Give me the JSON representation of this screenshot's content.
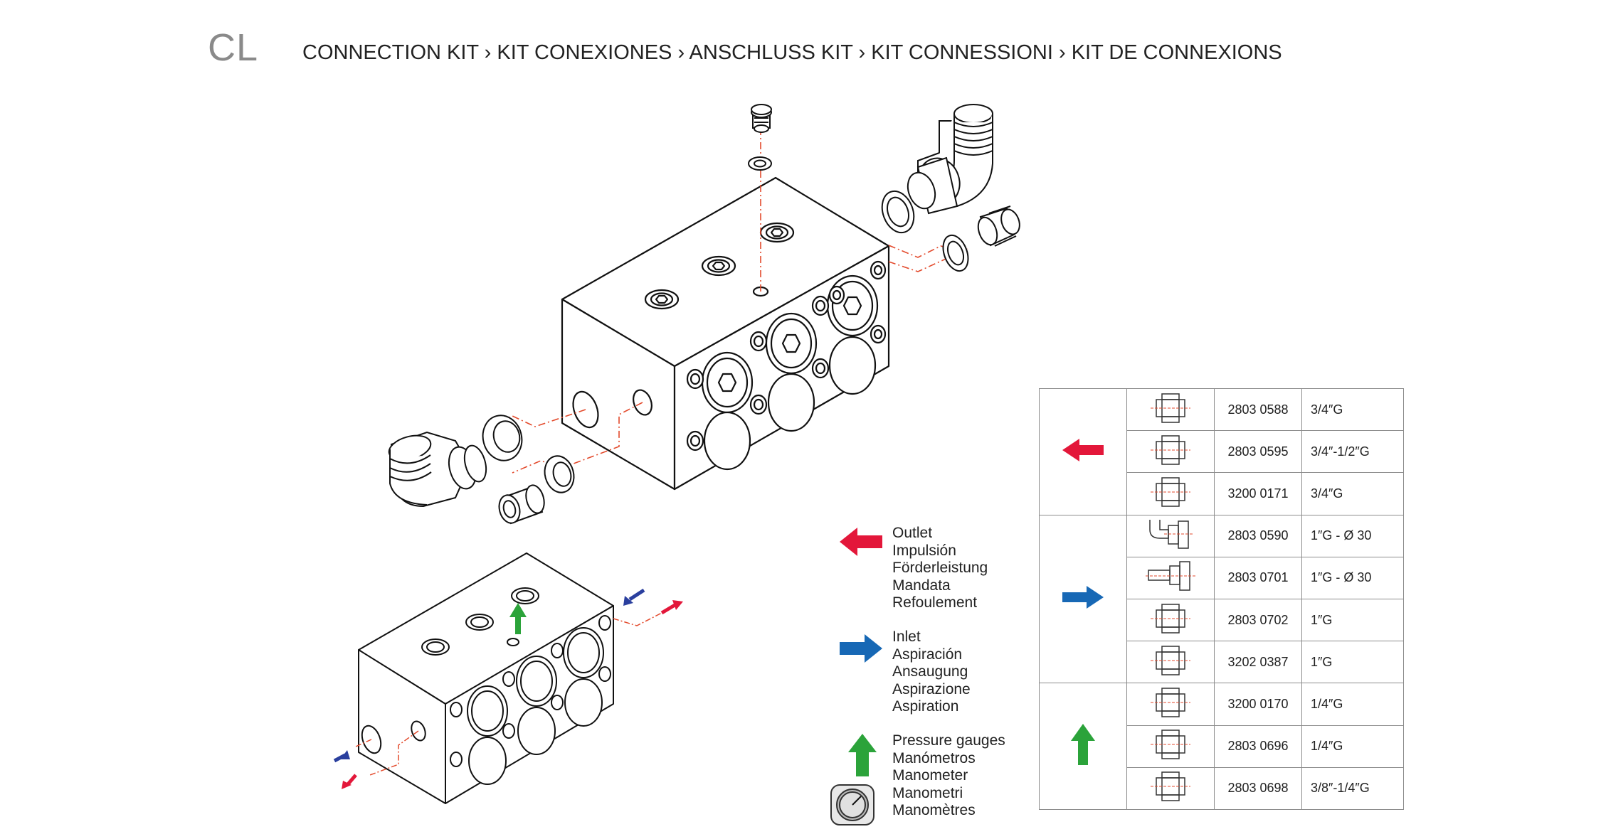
{
  "header": {
    "code": "CL",
    "title": "CONNECTION KIT › KIT CONEXIONES › ANSCHLUSS KIT › KIT CONNESSIONI › KIT DE CONNEXIONS"
  },
  "colors": {
    "outlet": "#e3173a",
    "inlet": "#1768b5",
    "gauge": "#2ba33a",
    "dashed": "#e34a2c",
    "inlet_small": "#2a3f9e"
  },
  "legend": [
    {
      "icon": "red-arrow-left-icon",
      "labels": [
        "Outlet",
        "Impulsión",
        "Förderleistung",
        "Mandata",
        "Refoulement"
      ]
    },
    {
      "icon": "blue-arrow-right-icon",
      "labels": [
        "Inlet",
        "Aspiración",
        "Ansaugung",
        "Aspirazione",
        "Aspiration"
      ]
    },
    {
      "icon": "green-arrow-up-icon",
      "labels": [
        "Pressure gauges",
        "Manómetros",
        "Manometer",
        "Manometri",
        "Manomètres"
      ]
    }
  ],
  "parts_table": {
    "groups": [
      {
        "flow_icon": "red-arrow-left-icon",
        "rows": [
          {
            "symbol": "straight-fitting-icon",
            "code": "2803 0588",
            "size": "3/4″G"
          },
          {
            "symbol": "straight-fitting-icon",
            "code": "2803 0595",
            "size": "3/4″-1/2″G"
          },
          {
            "symbol": "straight-fitting-icon",
            "code": "3200 0171",
            "size": "3/4″G"
          }
        ]
      },
      {
        "flow_icon": "blue-arrow-right-icon",
        "rows": [
          {
            "symbol": "elbow-fitting-icon",
            "code": "2803 0590",
            "size": "1″G - Ø 30"
          },
          {
            "symbol": "hose-fitting-icon",
            "code": "2803 0701",
            "size": "1″G - Ø 30"
          },
          {
            "symbol": "straight-fitting-icon",
            "code": "2803 0702",
            "size": "1″G"
          },
          {
            "symbol": "straight-fitting-icon",
            "code": "3202 0387",
            "size": "1″G"
          }
        ]
      },
      {
        "flow_icon": "green-arrow-up-icon",
        "rows": [
          {
            "symbol": "straight-fitting-icon",
            "code": "3200 0170",
            "size": "1/4″G"
          },
          {
            "symbol": "straight-fitting-icon",
            "code": "2803 0696",
            "size": "1/4″G"
          },
          {
            "symbol": "straight-fitting-icon",
            "code": "2803 0698",
            "size": "3/8″-1/4″G"
          }
        ]
      }
    ]
  }
}
